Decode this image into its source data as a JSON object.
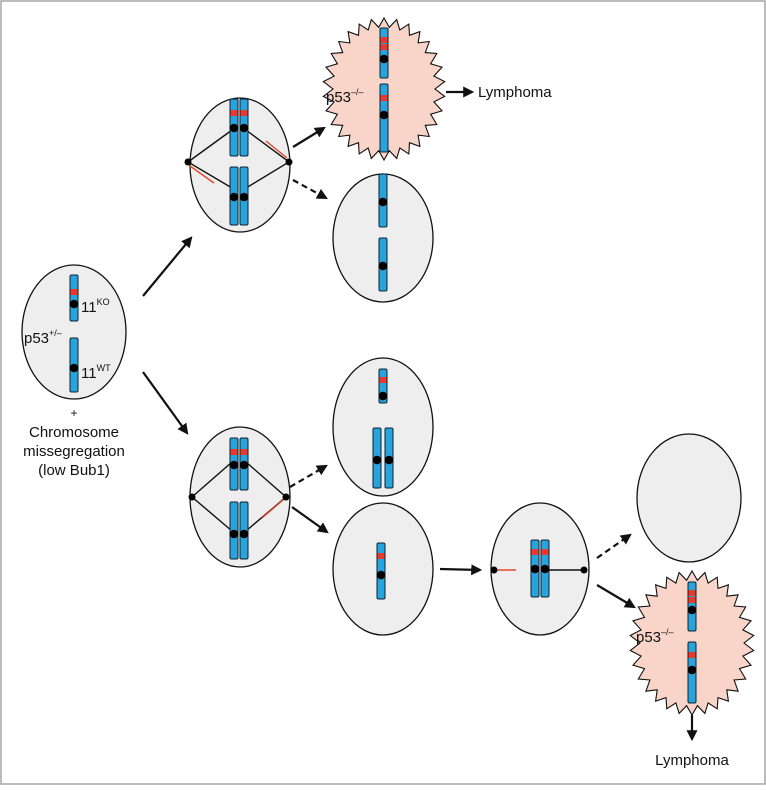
{
  "colors": {
    "cell_fill": "#eeeeef",
    "cell_stroke": "#111111",
    "tumor_fill": "#f8d5c8",
    "chromosome_fill": "#29a3db",
    "marker_red": "#e8392f",
    "centromere": "#000000",
    "spindle_red": "#e4462a",
    "frame": "#a6a6a6"
  },
  "labels": {
    "p53_het_main": "p53",
    "p53_het_sup": "+/–",
    "chr11_ko_main": "11",
    "chr11_ko_sup": "KO",
    "chr11_wt_main": "11",
    "chr11_wt_sup": "WT",
    "plus": "+",
    "caption_line1": "Chromosome",
    "caption_line2": "missegregation",
    "caption_line3": "(low Bub1)",
    "p53_null_main": "p53",
    "p53_null_sup": "–/–",
    "lymphoma": "Lymphoma"
  },
  "icons": {
    "tumor_cell": "spiky-tumor-cell-icon",
    "normal_cell": "oval-cell-icon",
    "chromosome": "chromosome-icon",
    "arrow": "arrow-icon"
  }
}
